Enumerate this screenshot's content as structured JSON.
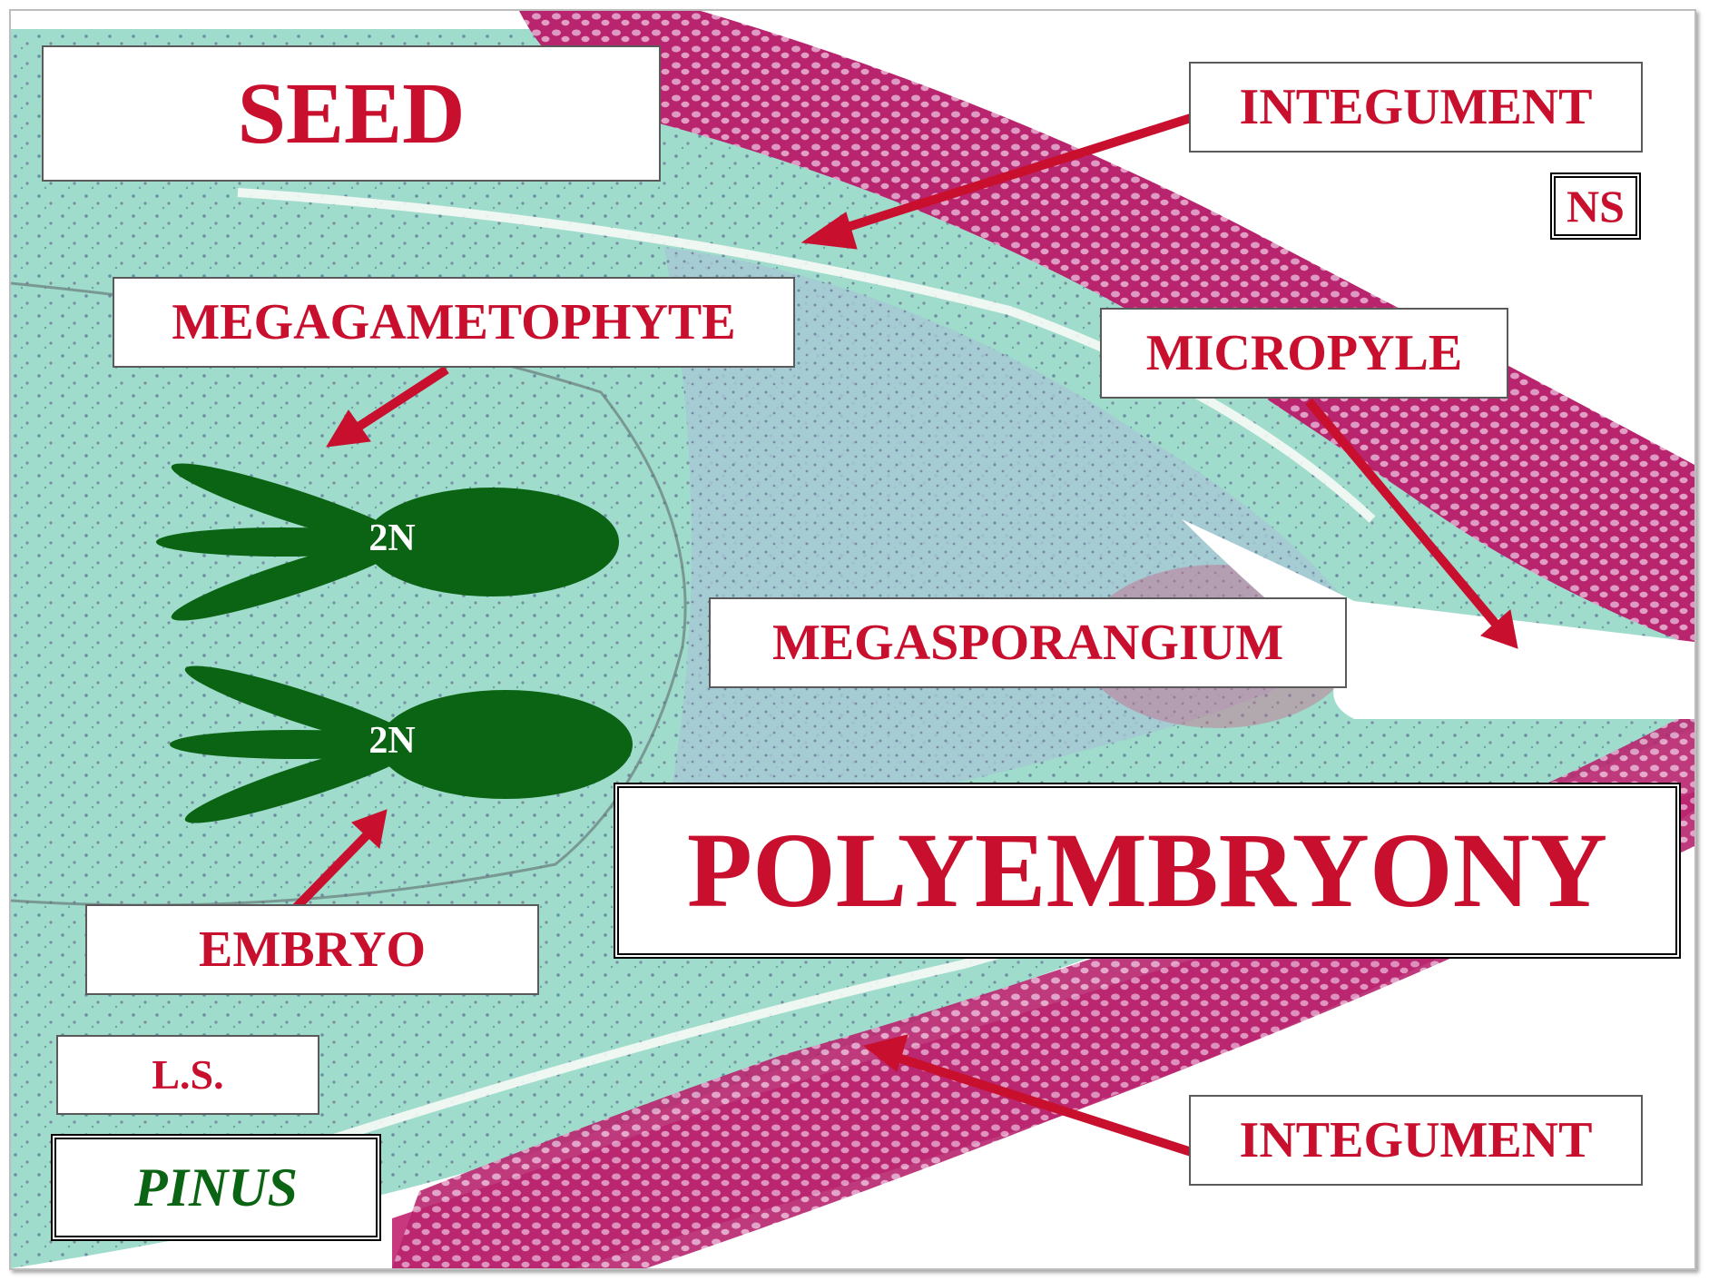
{
  "title": "SEED",
  "topic": "POLYEMBRYONY",
  "badge": "NS",
  "section": "L.S.",
  "genus": "PINUS",
  "labels": {
    "integument_top": "INTEGUMENT",
    "integument_bottom": "INTEGUMENT",
    "megagametophyte": "MEGAGAMETOPHYTE",
    "micropyle": "MICROPYLE",
    "megasporangium": "MEGASPORANGIUM",
    "embryo": "EMBRYO"
  },
  "embryos": [
    {
      "ploidy": "2N"
    },
    {
      "ploidy": "2N"
    }
  ],
  "colors": {
    "label_text": "#c8102e",
    "arrow": "#c8102e",
    "embryo": "#0b6414",
    "genus_text": "#0b6414",
    "integument_tissue": "#b8246e",
    "nucellus_tissue": "#8fd8c8"
  }
}
